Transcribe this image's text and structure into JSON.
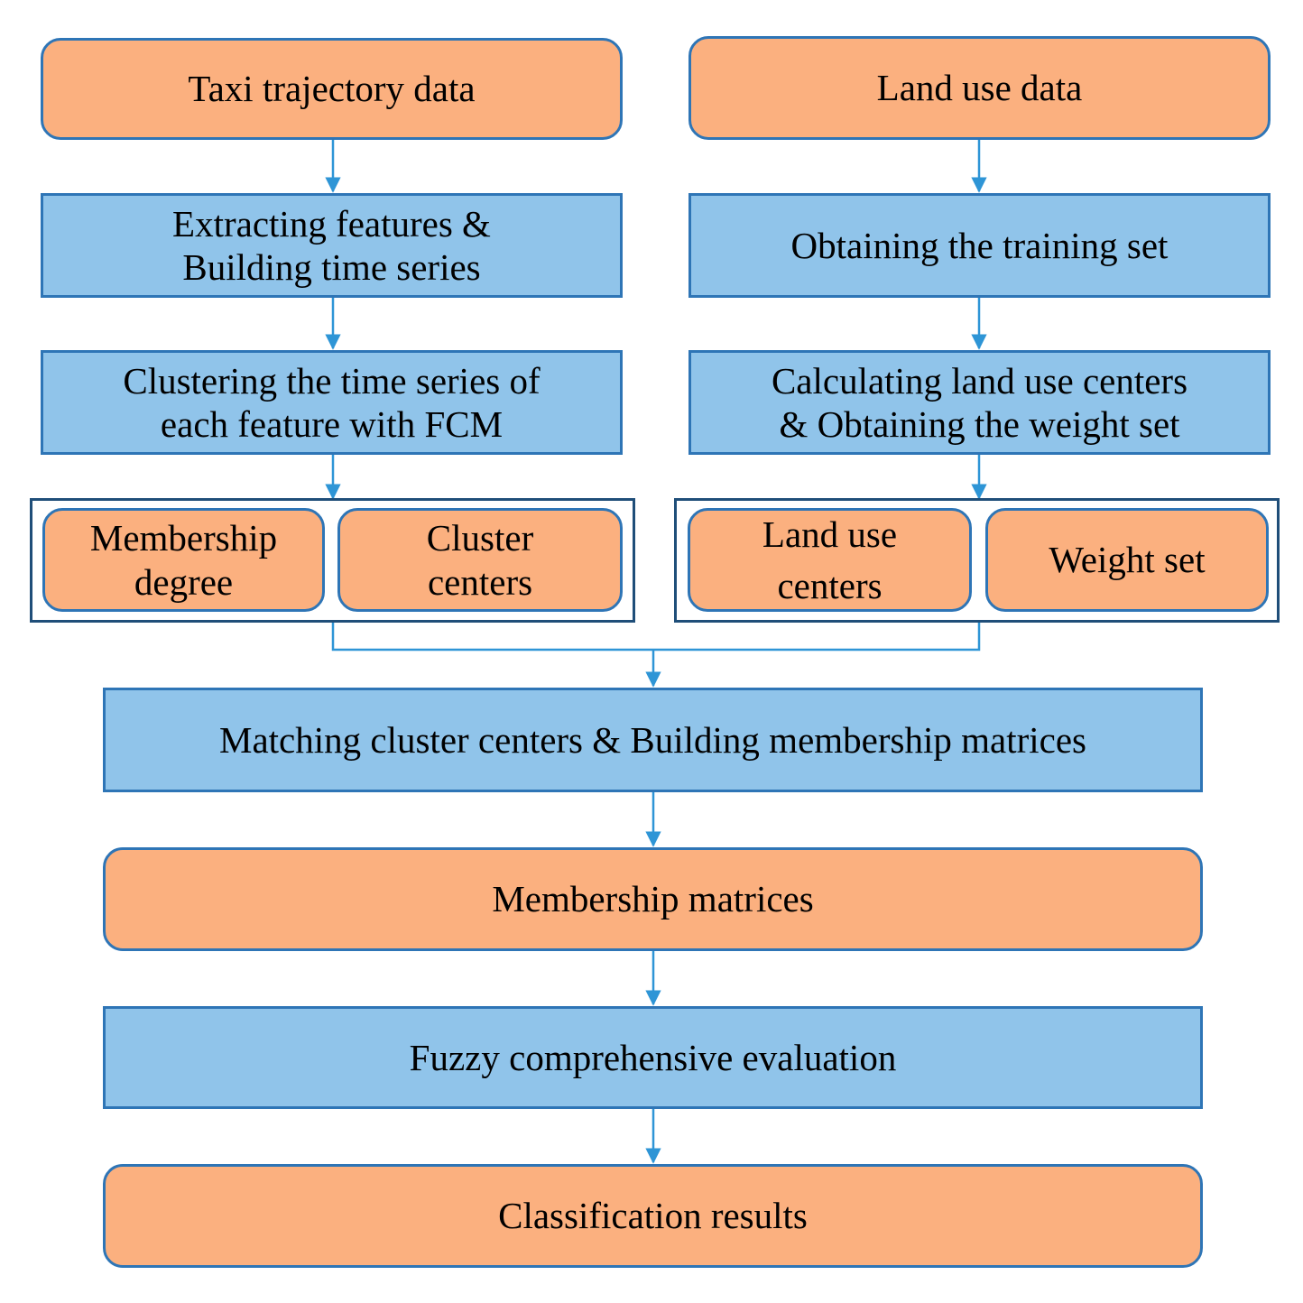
{
  "colors": {
    "data_box_fill": "#fbb07f",
    "process_box_fill": "#90c4ea",
    "box_border": "#2e75b6",
    "arrow": "#2e95d6",
    "group_border": "#1f4e79"
  },
  "nodes": {
    "taxi_trajectory_data": "Taxi trajectory data",
    "land_use_data": "Land use data",
    "extracting_features": [
      "Extracting features &",
      "Building time series"
    ],
    "obtaining_training_set": "Obtaining the training set",
    "clustering_time_series": [
      "Clustering the time series of",
      "each feature with FCM"
    ],
    "calculating_centers": [
      "Calculating land use centers",
      "& Obtaining the weight set"
    ],
    "membership_degree": [
      "Membership",
      "degree"
    ],
    "cluster_centers": [
      "Cluster",
      "centers"
    ],
    "land_use_centers": [
      "Land use",
      "centers"
    ],
    "weight_set": "Weight set",
    "matching_cluster_centers": "Matching cluster centers & Building membership matrices",
    "membership_matrices": "Membership matrices",
    "fuzzy_evaluation": "Fuzzy comprehensive evaluation",
    "classification_results": "Classification results"
  }
}
